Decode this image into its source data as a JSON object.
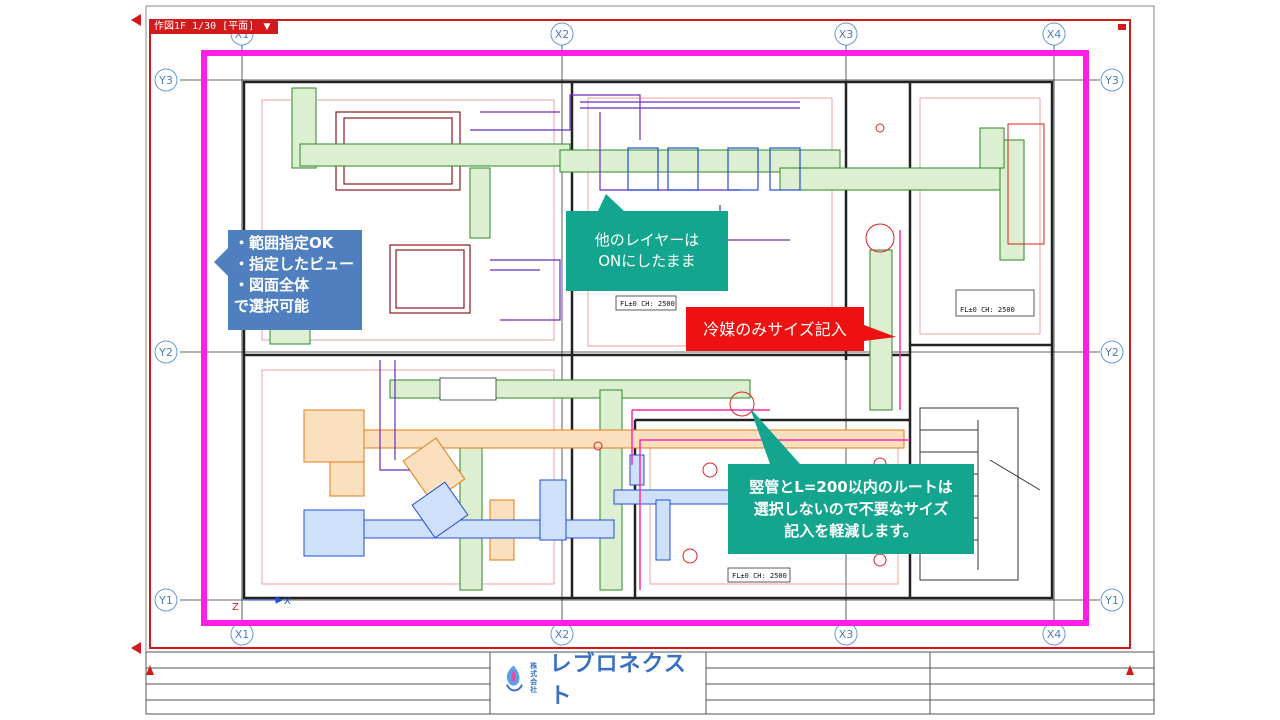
{
  "view": {
    "tab_label": "作図1F 1/30 [平面]",
    "dropdown_glyph": "▼"
  },
  "grid": {
    "x": [
      "X1",
      "X2",
      "X3",
      "X4"
    ],
    "y": [
      "Y3",
      "Y2",
      "Y1"
    ]
  },
  "drawing_labels": {
    "room1": "FL±0  CH: 2500",
    "room2": "FL±0  CH: 2500",
    "room3": "FL±0  CH: 2500",
    "axis_z": "Z",
    "axis_x": "X"
  },
  "callouts": {
    "blue": [
      "・範囲指定OK",
      "・指定したビュー",
      "・図面全体",
      "で選択可能"
    ],
    "green1": [
      "他のレイヤーは",
      "ONにしたまま"
    ],
    "red": "冷媒のみサイズ記入",
    "green2": [
      "竪管とL=200以内のルートは",
      "選択しないので不要なサイズ",
      "記入を軽減します。"
    ]
  },
  "logo": {
    "prefix_top": "株式",
    "prefix_bottom": "会社",
    "name": "レブロネクスト"
  },
  "colors": {
    "frame_red": "#d21a1a",
    "selection_magenta": "#ff1ee6",
    "callout_blue": "#4f7fbf",
    "callout_green": "#14a58e",
    "callout_red": "#ee1111"
  }
}
